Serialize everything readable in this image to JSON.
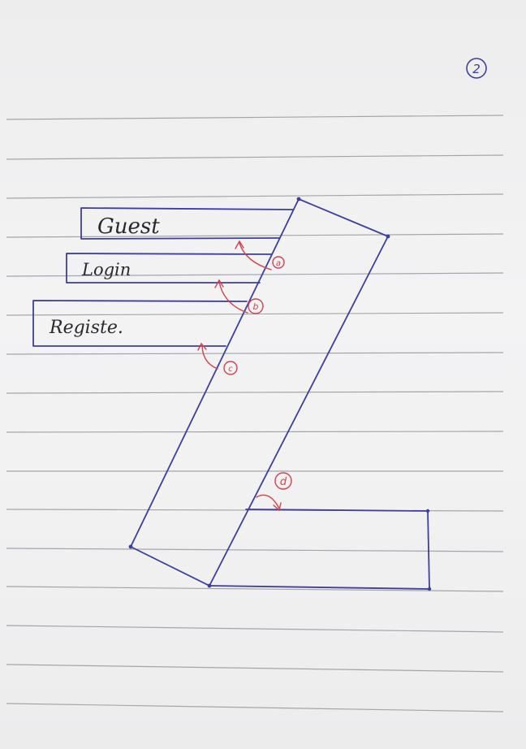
{
  "page": {
    "number": "2"
  },
  "menu_buttons": [
    {
      "label": "Guest",
      "marker": "a"
    },
    {
      "label": "Login",
      "marker": "b"
    },
    {
      "label": "Registe.",
      "marker": "c"
    }
  ],
  "panel_marker": "d",
  "colors": {
    "ink_blue": "#3c3f9e",
    "ink_red": "#d2414c",
    "rule_line": "#8b8d93",
    "paper": "#f1f1f2",
    "pencil": "#2a2a2e"
  }
}
